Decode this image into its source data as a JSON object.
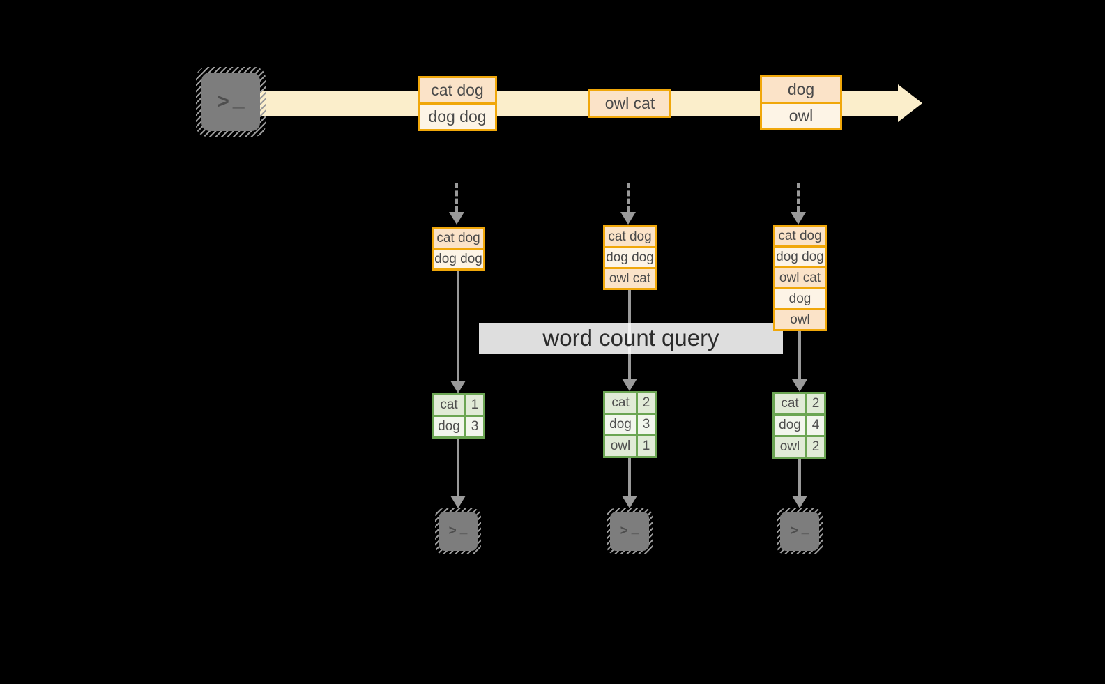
{
  "colors": {
    "background": "#000000",
    "stream_band": "#fbeecb",
    "amber_border": "#f0a70a",
    "peach_fill": "#fbe3c8",
    "cream_fill": "#fdf4e6",
    "green_border": "#6ba553",
    "green_fill": "#e1ebd7",
    "green_fill_light": "#f2f6ed",
    "arrow_gray": "#9a9a9a"
  },
  "banner": {
    "label": "word count query"
  },
  "icons": {
    "source_terminal": "terminal-icon",
    "sink_terminal": "terminal-icon",
    "prompt_glyph": ">",
    "cursor_glyph": "_"
  },
  "stream_messages": [
    {
      "lines": [
        "cat dog",
        "dog dog"
      ]
    },
    {
      "lines": [
        "owl cat"
      ]
    },
    {
      "lines": [
        "dog",
        "owl"
      ]
    }
  ],
  "columns": [
    {
      "events": [
        "cat dog",
        "dog dog"
      ],
      "counts": [
        {
          "word": "cat",
          "count": "1"
        },
        {
          "word": "dog",
          "count": "3"
        }
      ]
    },
    {
      "events": [
        "cat dog",
        "dog dog",
        "owl cat"
      ],
      "counts": [
        {
          "word": "cat",
          "count": "2"
        },
        {
          "word": "dog",
          "count": "3"
        },
        {
          "word": "owl",
          "count": "1"
        }
      ]
    },
    {
      "events": [
        "cat dog",
        "dog dog",
        "owl cat",
        "dog",
        "owl"
      ],
      "counts": [
        {
          "word": "cat",
          "count": "2"
        },
        {
          "word": "dog",
          "count": "4"
        },
        {
          "word": "owl",
          "count": "2"
        }
      ]
    }
  ]
}
